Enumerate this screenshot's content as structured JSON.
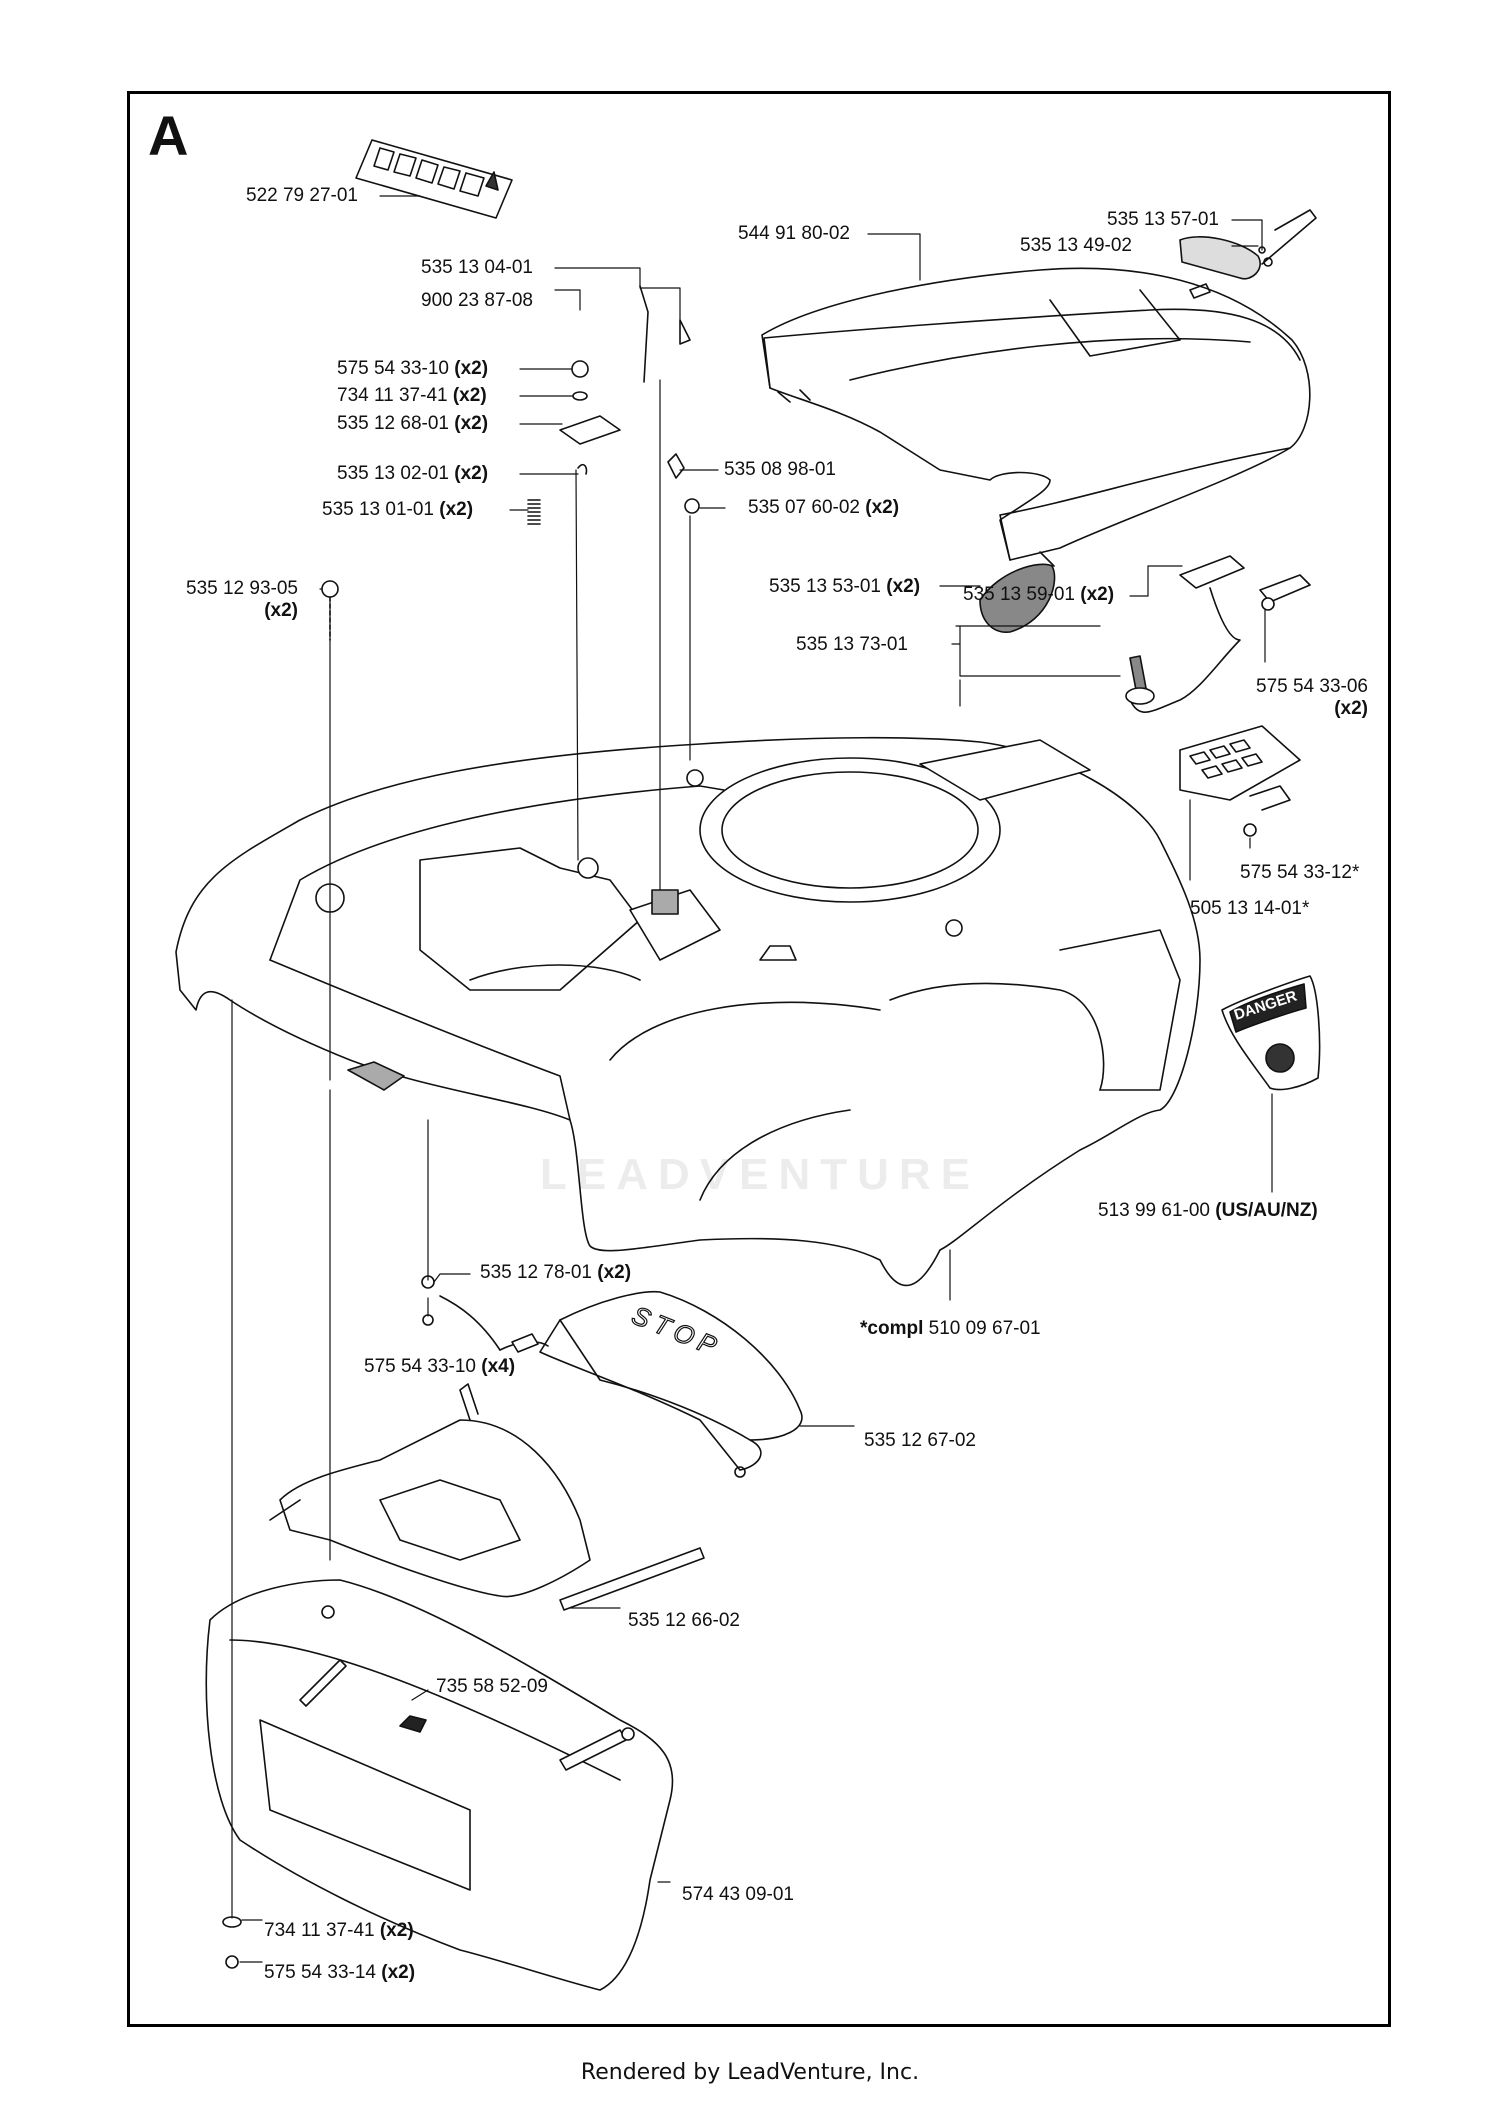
{
  "section_letter": "A",
  "footer": "Rendered by LeadVenture, Inc.",
  "watermark": "LEADVENTURE",
  "danger_decal_text": "DANGER",
  "stop_text": "STOP",
  "parts": {
    "p_522792701": {
      "num": "522 79 27-01",
      "qty": ""
    },
    "p_535130401": {
      "num": "535 13 04-01",
      "qty": ""
    },
    "p_900238708": {
      "num": "900 23 87-08",
      "qty": ""
    },
    "p_575543310a": {
      "num": "575 54 33-10",
      "qty": "(x2)"
    },
    "p_734113741a": {
      "num": "734 11 37-41",
      "qty": "(x2)"
    },
    "p_535126801": {
      "num": "535 12 68-01",
      "qty": "(x2)"
    },
    "p_535130201": {
      "num": "535 13 02-01",
      "qty": "(x2)"
    },
    "p_535130101": {
      "num": "535 13 01-01",
      "qty": "(x2)"
    },
    "p_535129305": {
      "num": "535 12 93-05",
      "qty": "(x2)"
    },
    "p_535089801": {
      "num": "535 08 98-01",
      "qty": ""
    },
    "p_535076002": {
      "num": "535 07 60-02",
      "qty": "(x2)"
    },
    "p_544918002": {
      "num": "544 91 80-02",
      "qty": ""
    },
    "p_535135701": {
      "num": "535 13 57-01",
      "qty": ""
    },
    "p_535134902": {
      "num": "535 13 49-02",
      "qty": ""
    },
    "p_535135301": {
      "num": "535 13 53-01",
      "qty": "(x2)"
    },
    "p_535135901": {
      "num": "535 13 59-01",
      "qty": "(x2)"
    },
    "p_535137301": {
      "num": "535 13 73-01",
      "qty": ""
    },
    "p_575543306": {
      "num": "575 54 33-06",
      "qty": "(x2)"
    },
    "p_575543312": {
      "num": "575 54 33-12*",
      "qty": ""
    },
    "p_505131401": {
      "num": "505 13 14-01*",
      "qty": ""
    },
    "p_513996100": {
      "num": "513 99 61-00",
      "qty": "(US/AU/NZ)"
    },
    "p_510096701": {
      "prefix": "*compl",
      "num": "510 09 67-01"
    },
    "p_535127801": {
      "num": "535 12 78-01",
      "qty": "(x2)"
    },
    "p_575543310b": {
      "num": "575 54 33-10",
      "qty": "(x4)"
    },
    "p_535126702": {
      "num": "535 12 67-02",
      "qty": ""
    },
    "p_535126602": {
      "num": "535 12 66-02",
      "qty": ""
    },
    "p_735585209": {
      "num": "735 58 52-09",
      "qty": ""
    },
    "p_574430901": {
      "num": "574 43 09-01",
      "qty": ""
    },
    "p_734113741b": {
      "num": "734 11 37-41",
      "qty": "(x2)"
    },
    "p_575543314": {
      "num": "575 54 33-14",
      "qty": "(x2)"
    }
  }
}
